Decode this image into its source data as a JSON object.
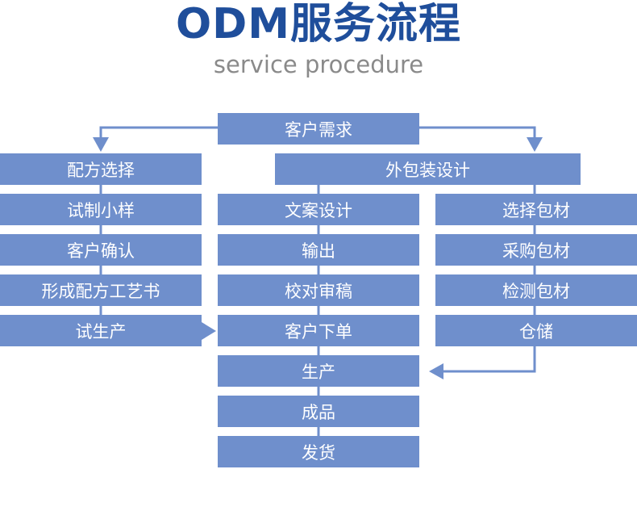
{
  "header": {
    "title": "ODM服务流程",
    "subtitle": "service procedure"
  },
  "flow": {
    "top": "客户需求",
    "left_column": [
      "配方选择",
      "试制小样",
      "客户确认",
      "形成配方工艺书",
      "试生产"
    ],
    "package_header": "外包装设计",
    "center_column": [
      "文案设计",
      "输出",
      "校对审稿",
      "客户下单",
      "生产",
      "成品",
      "发货"
    ],
    "right_column": [
      "选择包材",
      "采购包材",
      "检测包材",
      "仓储"
    ]
  },
  "colors": {
    "title": "#1f4e9b",
    "subtitle": "#8a8a8a",
    "box": "#6f8fcc",
    "connector": "#6f8fcc"
  }
}
